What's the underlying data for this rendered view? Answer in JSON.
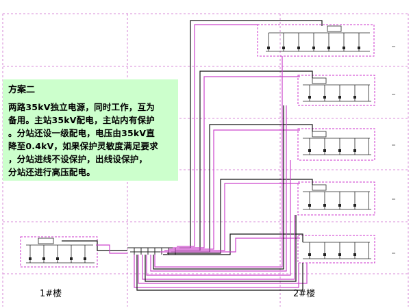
{
  "scheme": {
    "title": "方案二",
    "lines": [
      "两路35kV独立电源，同时工作，互为",
      "备用。主站35kV配电，主站内有保护",
      "。分站还设一级配电，电压由35kV直",
      "降至0.4kV，如果保护灵敏度满足要求",
      "，分站进线不设保护，出线设保护，",
      "分站还进行高压配电。"
    ]
  },
  "buildings": {
    "left": "1#楼",
    "right": "2#楼"
  },
  "colors": {
    "feeder_purple": "#cc44cc",
    "feeder_black": "#111111",
    "box_dash": "#cc33cc",
    "grid_dash": "#cc66cc",
    "info_bg": "#ccffcc"
  }
}
